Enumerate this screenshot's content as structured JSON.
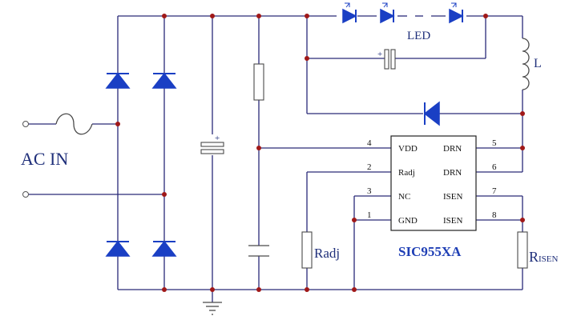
{
  "labels": {
    "ac_in": "AC IN",
    "led": "LED",
    "inductor": "L",
    "radj": "Radj",
    "risen_main": "R",
    "risen_sub": "ISEN",
    "ic_name": "SIC955XA",
    "cap_plus": "+",
    "cap_plus_led": "+"
  },
  "ic": {
    "left_pins": [
      {
        "number": "4",
        "name": "VDD"
      },
      {
        "number": "2",
        "name": "Radj"
      },
      {
        "number": "3",
        "name": "NC"
      },
      {
        "number": "1",
        "name": "GND"
      }
    ],
    "right_pins": [
      {
        "number": "5",
        "name": "DRN"
      },
      {
        "number": "6",
        "name": "DRN"
      },
      {
        "number": "7",
        "name": "ISEN"
      },
      {
        "number": "8",
        "name": "ISEN"
      }
    ]
  },
  "colors": {
    "wire": "#2a2a78",
    "diode": "#1a3fc4",
    "junction": "#a01818"
  }
}
